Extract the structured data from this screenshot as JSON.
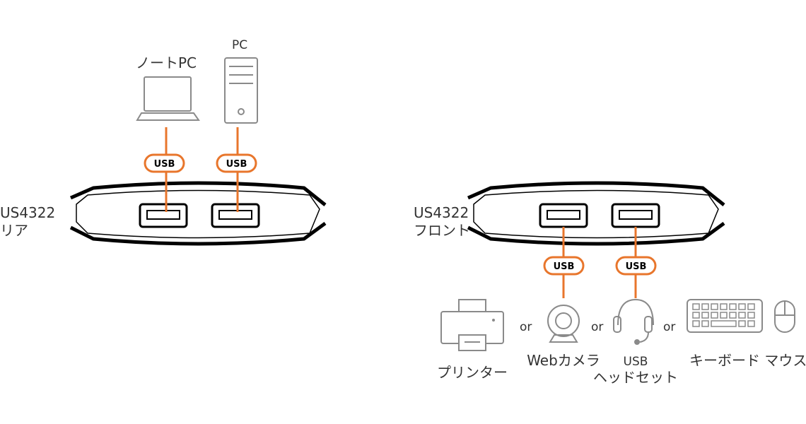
{
  "colors": {
    "accent": "#E8762C",
    "device": "#000000",
    "icon": "#8A8A8A",
    "text": "#333333"
  },
  "labels": {
    "laptop": "ノートPC",
    "pc": "PC",
    "rear_model": "US4322",
    "rear_side": "リア",
    "front_model": "US4322",
    "front_side": "フロント",
    "usb_badge": "USB",
    "printer": "プリンター",
    "webcam": "Webカメラ",
    "headset_line1": "USB",
    "headset_line2": "ヘッドセット",
    "keyboard_mouse": "キーボード マウス",
    "or": "or"
  },
  "icons": [
    "laptop-icon",
    "desktop-pc-icon",
    "printer-icon",
    "webcam-icon",
    "headset-icon",
    "keyboard-icon",
    "mouse-icon"
  ]
}
